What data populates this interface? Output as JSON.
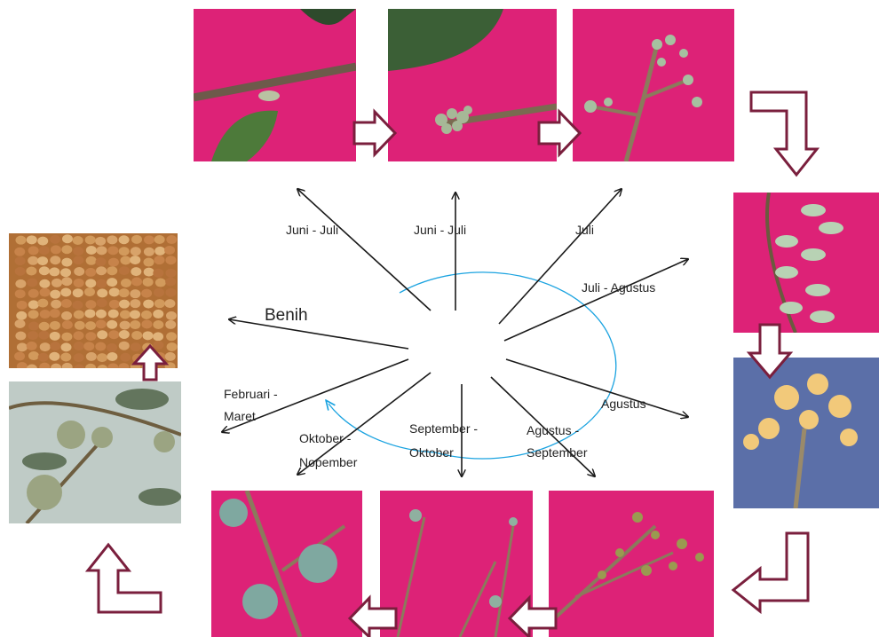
{
  "colors": {
    "arrow": "#7a1f3d",
    "cycle": "#1ba3e0",
    "ray": "#1a1a1a",
    "background_photo": "#dd2277",
    "flower_background": "#5b6fa8",
    "seed": "#c98a4d"
  },
  "labels": {
    "benih": "Benih",
    "juni_juli_left": "Juni - Juli",
    "juni_juli_mid": "Juni - Juli",
    "juli": "Juli",
    "juli_agustus": "Juli - Agustus",
    "agustus": "Agustus",
    "agustus_september": [
      "Agustus -",
      "September"
    ],
    "september_oktober": [
      "September -",
      "Oktober"
    ],
    "oktober_nopember": [
      "Oktober -",
      "Nopember"
    ],
    "februari_maret": [
      "Februari -",
      "Maret"
    ]
  },
  "photos": {
    "p1": "leaf-bud-photo",
    "p2": "young-inflorescence-photo",
    "p3": "flower-buds-photo",
    "p4": "mature-buds-photo",
    "p5": "open-flowers-photo",
    "p6": "young-fruit-photo",
    "p7": "developing-fruit-photo",
    "p8": "round-fruit-photo",
    "p9": "ripe-fruit-photo",
    "p10": "seeds-photo"
  }
}
